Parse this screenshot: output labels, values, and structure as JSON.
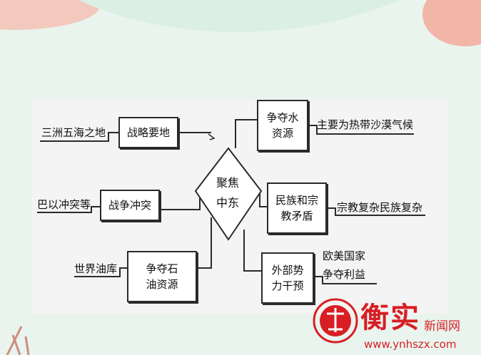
{
  "diagram": {
    "center": {
      "line1": "聚焦",
      "line2": "中东"
    },
    "left_branches": [
      {
        "box": "战略要地",
        "label": "三洲五海之地"
      },
      {
        "box": "战争冲突",
        "label": "巴以冲突等"
      },
      {
        "box_line1": "争夺石",
        "box_line2": "油资源",
        "label": "世界油库"
      }
    ],
    "right_branches": [
      {
        "box_line1": "争夺水",
        "box_line2": "资源",
        "label": "主要为热带沙漠气候"
      },
      {
        "box_line1": "民族和宗",
        "box_line2": "教矛盾",
        "label": "宗教复杂民族复杂"
      },
      {
        "box_line1": "外部势",
        "box_line2": "力干预",
        "label_line1": "欧美国家",
        "label_line2": "争夺利益"
      }
    ]
  },
  "watermark": {
    "brand": "衡实",
    "news": "新闻网",
    "url": "www.ynhszx.com"
  },
  "colors": {
    "background": "#e9f4ee",
    "panel": "#f3f4f3",
    "line": "#2a2a2a",
    "watermark": "#d81e24"
  }
}
